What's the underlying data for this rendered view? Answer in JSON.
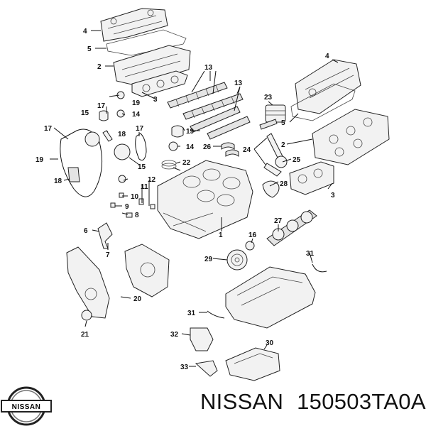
{
  "brand": "NISSAN",
  "part_number": "150503TA0A",
  "logo_text": "NISSAN",
  "callouts": {
    "c1": "1",
    "c2a": "2",
    "c2b": "2",
    "c3a": "3",
    "c3b": "3",
    "c4a": "4",
    "c4b": "4",
    "c5a": "5",
    "c5b": "5",
    "c6": "6",
    "c7": "7",
    "c8": "8",
    "c9": "9",
    "c10": "10",
    "c11": "11",
    "c12": "12",
    "c13a": "13",
    "c13b": "13",
    "c14a": "14",
    "c14b": "14",
    "c15a": "15",
    "c15b": "15",
    "c16": "16",
    "c17a": "17",
    "c17b": "17",
    "c17c": "17",
    "c18a": "18",
    "c18b": "18",
    "c19a": "19",
    "c19b": "19",
    "c19c": "19",
    "c20": "20",
    "c21": "21",
    "c22": "22",
    "c23": "23",
    "c24": "24",
    "c25": "25",
    "c26": "26",
    "c27": "27",
    "c28": "28",
    "c29": "29",
    "c30": "30",
    "c31a": "31",
    "c31b": "31",
    "c32": "32",
    "c33": "33"
  }
}
